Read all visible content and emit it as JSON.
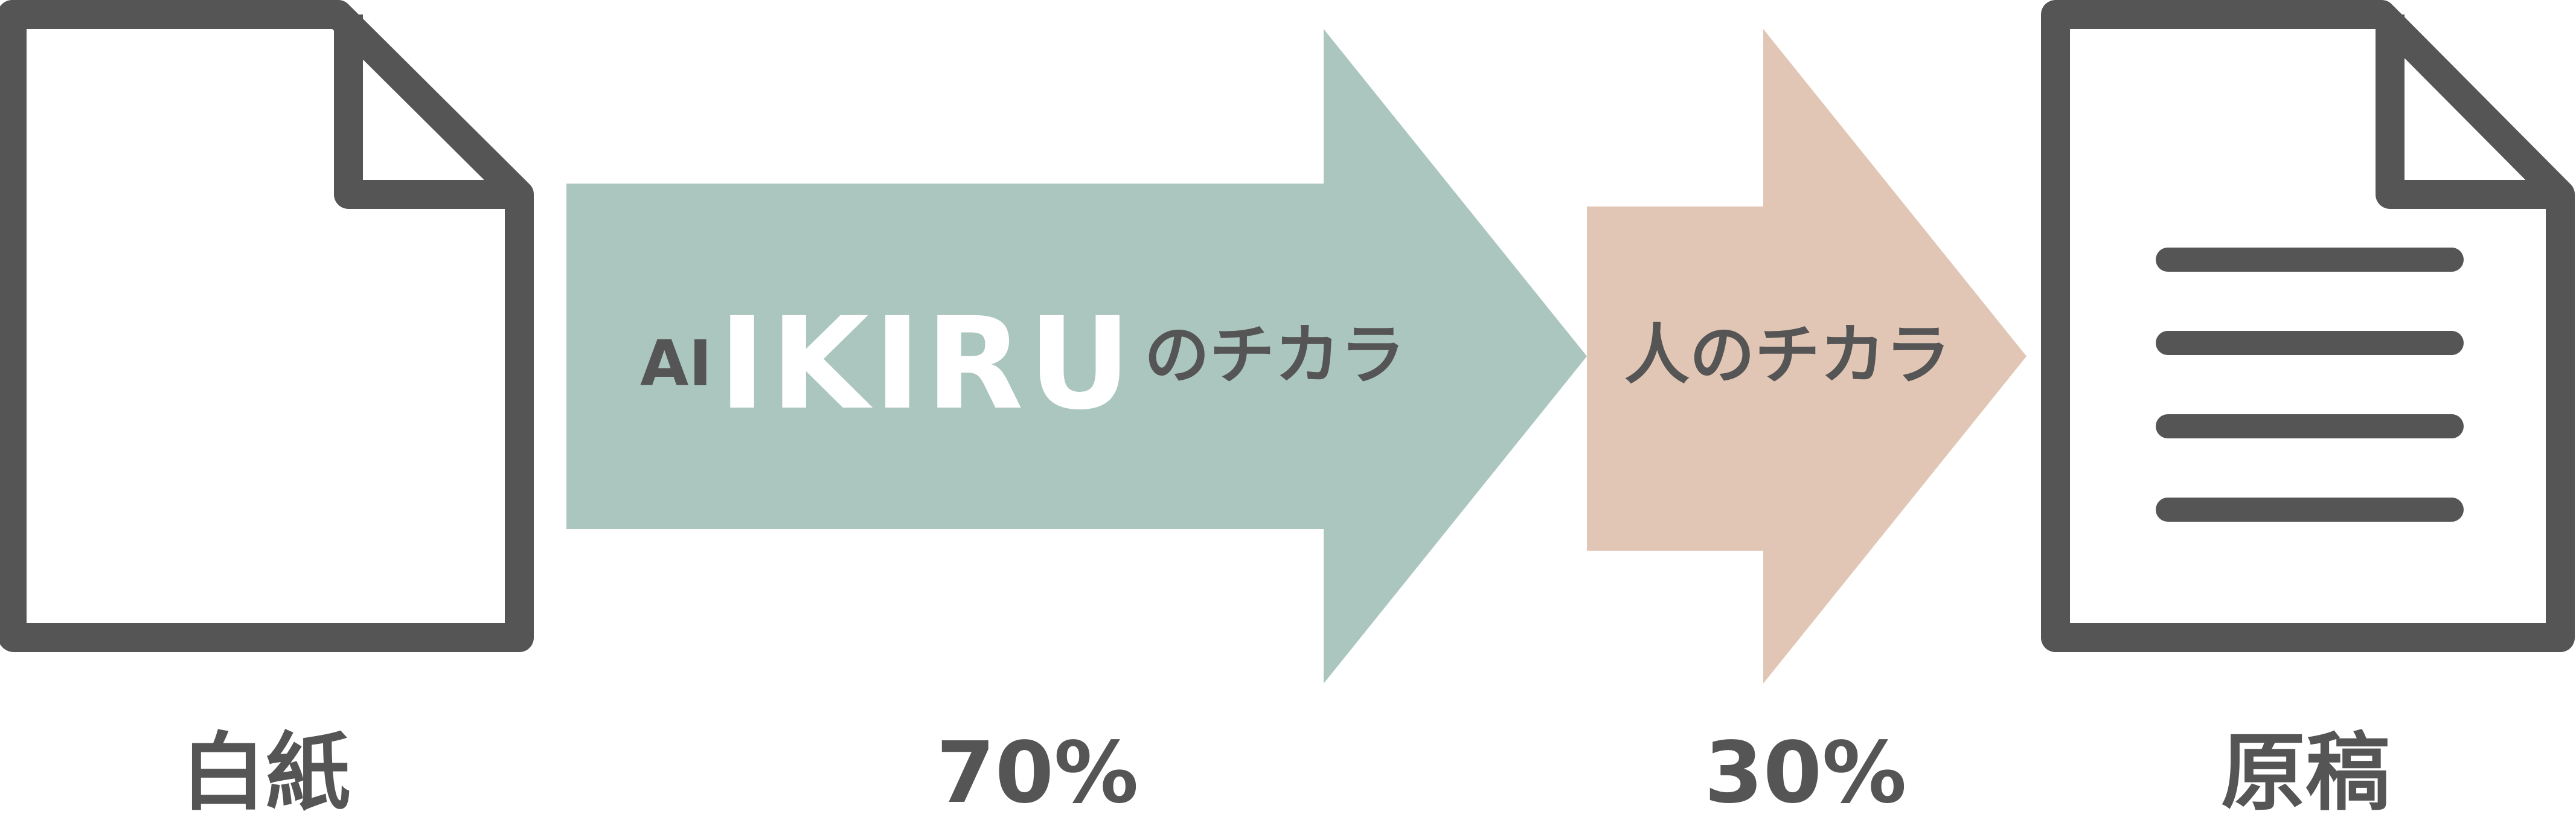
{
  "colors": {
    "icon_stroke": "#555555",
    "ai_arrow_fill": "#abc6bf",
    "human_arrow_fill": "#e2c6b5",
    "logo_white": "#ffffff",
    "text_dark": "#555555"
  },
  "blank_paper": {
    "icon": "blank-document-icon",
    "label": "白紙"
  },
  "ai_arrow": {
    "prefix": "AI",
    "brand": "IKIRU",
    "suffix": "のチカラ",
    "percent": "70%"
  },
  "human_arrow": {
    "label": "人のチカラ",
    "percent": "30%"
  },
  "manuscript": {
    "icon": "text-document-icon",
    "label": "原稿"
  }
}
